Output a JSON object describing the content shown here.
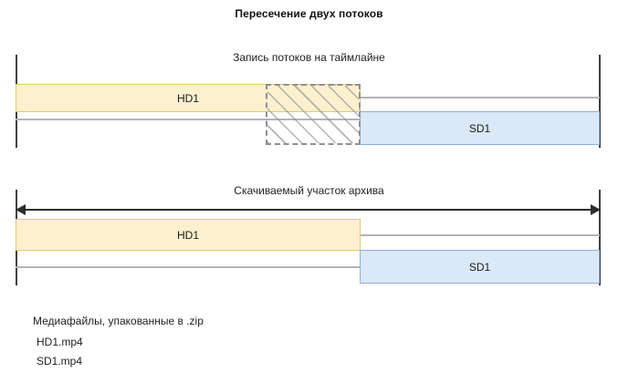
{
  "title": "Пересечение двух потоков",
  "sections": [
    {
      "id": "timeline",
      "caption": "Запись потоков на таймлайне",
      "bars": [
        {
          "id": "hd1",
          "label": "HD1",
          "kind": "hd"
        },
        {
          "id": "sd1",
          "label": "SD1",
          "kind": "sd"
        }
      ],
      "overlap": {
        "label": "",
        "kind": "hatched-overlap"
      }
    },
    {
      "id": "download",
      "caption": "Скачиваемый участок архива",
      "bars": [
        {
          "id": "hd1",
          "label": "HD1",
          "kind": "hd"
        },
        {
          "id": "sd1",
          "label": "SD1",
          "kind": "sd"
        }
      ]
    }
  ],
  "files": {
    "heading": "Медиафайлы, упакованные в .zip",
    "items": [
      "HD1.mp4",
      "SD1.mp4"
    ]
  },
  "colors": {
    "hd_fill": "#fdf0cf",
    "hd_stroke": "#e4c96a",
    "sd_fill": "#dbe8f8",
    "sd_stroke": "#8aaed6",
    "edge_line": "#3f3f3f",
    "rule_line": "#b3b3b3",
    "hatch_border": "#8f8f8f",
    "arrow": "#2b2b2b",
    "text": "#1a1a1a",
    "background": "#ffffff"
  }
}
